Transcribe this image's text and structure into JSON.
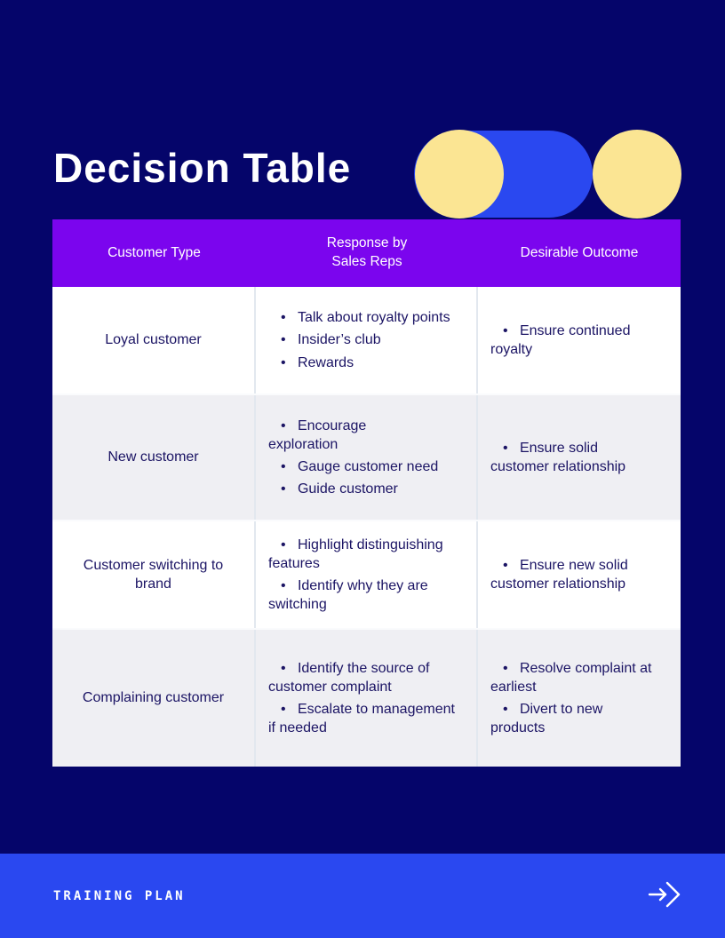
{
  "colors": {
    "background_navy": "#05056a",
    "header_purple": "#7b05ee",
    "accent_blue": "#2a48f0",
    "accent_yellow": "#fbe593",
    "row_shaded_gray": "#efeff3",
    "row_plain_white": "#ffffff",
    "body_text_navy": "#1b1464",
    "header_text_white": "#ffffff"
  },
  "title": "Decision Table",
  "table": {
    "headers": [
      "Customer Type",
      "Response by\nSales Reps",
      "Desirable Outcome"
    ],
    "rows": [
      {
        "customer_type": "Loyal customer",
        "responses": [
          "Talk about royalty points",
          "Insider’s club",
          "Rewards"
        ],
        "outcomes": [
          "Ensure continued\nroyalty"
        ]
      },
      {
        "customer_type": "New customer",
        "responses": [
          "Encourage\nexploration",
          "Gauge customer need",
          "Guide customer"
        ],
        "outcomes": [
          "Ensure solid\ncustomer relationship"
        ]
      },
      {
        "customer_type": "Customer switching to\nbrand",
        "responses": [
          "Highlight distinguishing\nfeatures",
          "Identify why they are\nswitching"
        ],
        "outcomes": [
          "Ensure new solid\ncustomer relationship"
        ]
      },
      {
        "customer_type": "Complaining customer",
        "responses": [
          "Identify the source of\ncustomer complaint",
          "Escalate to management\nif needed"
        ],
        "outcomes": [
          "Resolve complaint at\nearliest",
          "Divert to new\nproducts"
        ]
      }
    ]
  },
  "footer": {
    "label": "TRAINING PLAN",
    "arrow_icon": "arrow-right-icon"
  }
}
